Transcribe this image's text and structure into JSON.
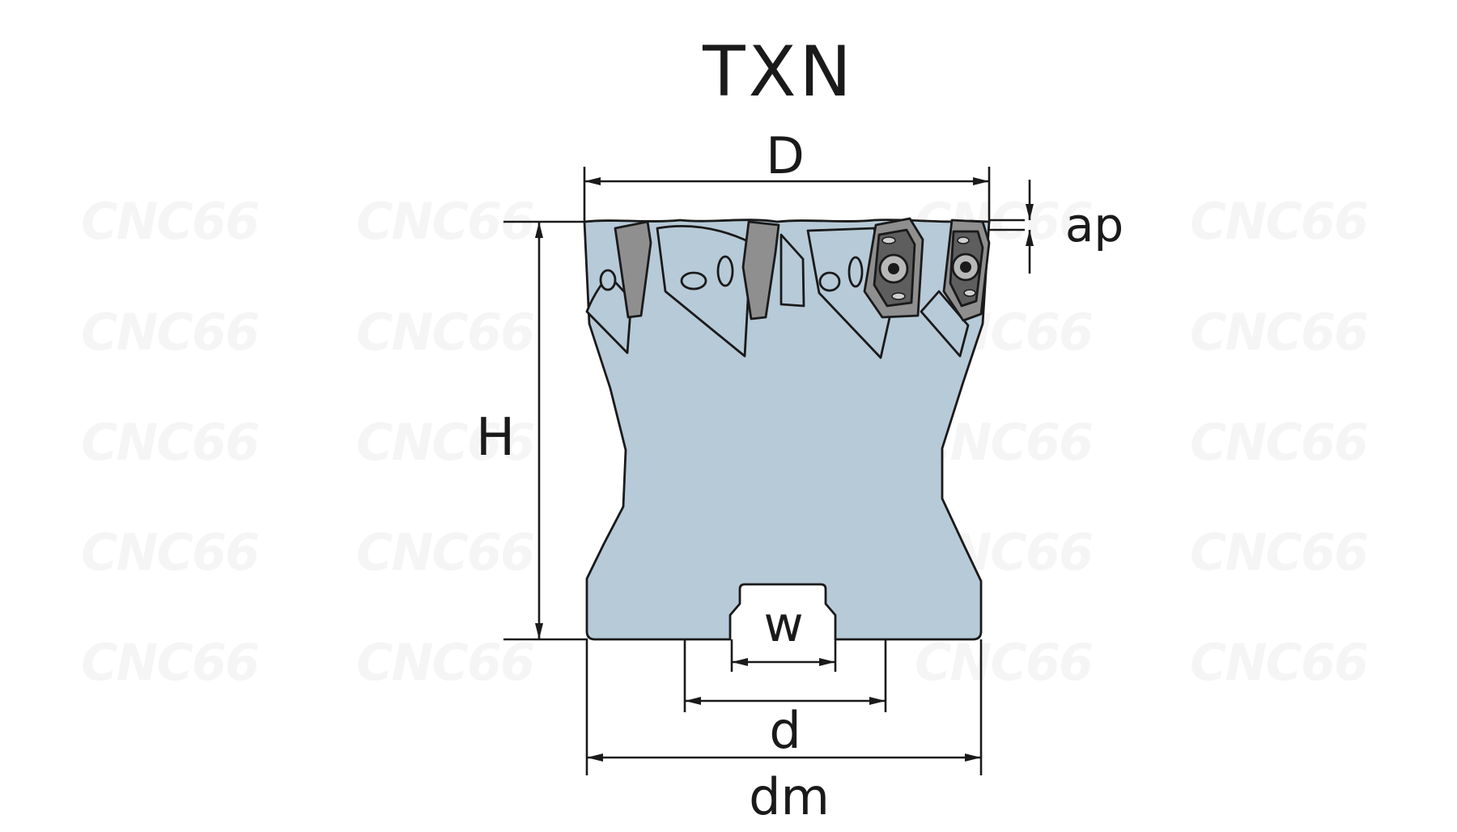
{
  "diagram": {
    "title": "TXN",
    "labels": {
      "D": "D",
      "ap": "ap",
      "H": "H",
      "w": "w",
      "d": "d",
      "dm": "dm"
    },
    "watermark": "CNC66",
    "colors": {
      "body_fill": "#b7cad8",
      "insert_fill": "#8f8f8f",
      "insert_dark": "#5e5e5e",
      "line": "#1a1a1a"
    }
  }
}
